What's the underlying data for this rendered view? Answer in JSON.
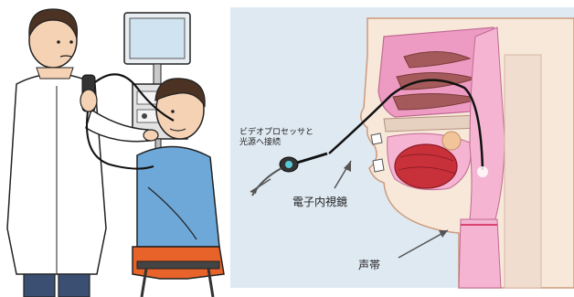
{
  "labels": {
    "processor_line1": "ビデオプロセッサと",
    "processor_line2": "光源へ接続",
    "endoscope": "電子内視鏡",
    "vocal_cords": "声帯"
  },
  "colors": {
    "diagram_background": "#dfe9f2",
    "tissue_pink": "#ee9bc3",
    "throat_pink": "#f4b4d2",
    "tongue_red": "#c8303a",
    "doctor_coat": "#ffffff",
    "patient_shirt": "#6ea8d8",
    "patient_pants": "#e8632a",
    "doctor_pants": "#3b4f73",
    "endoscope_cable": "#111111"
  }
}
